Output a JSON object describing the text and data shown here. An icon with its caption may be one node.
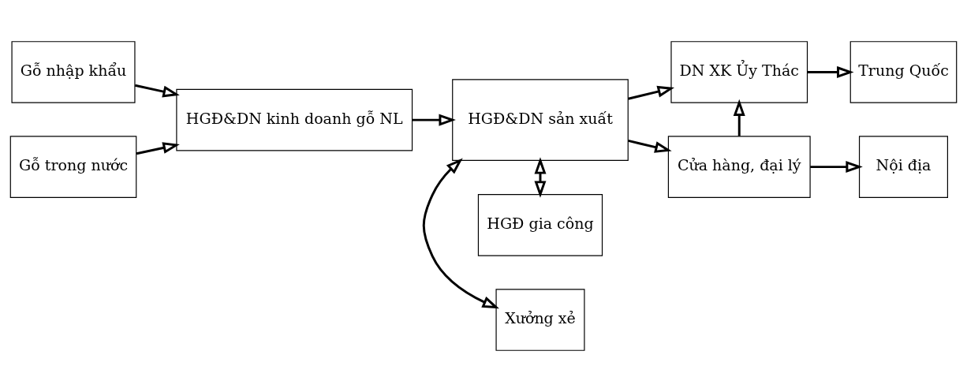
{
  "diagram": {
    "nodes": [
      {
        "text": [
          "Gỗ nhập khẩu"
        ]
      },
      {
        "text": [
          "Gỗ trong nước"
        ]
      },
      {
        "text": [
          "HGĐ&DN kinh doanh gỗ NL"
        ]
      },
      {
        "text": [
          "Xưởng xẻ"
        ]
      },
      {
        "text": [
          "HGĐ&DN sản xuất"
        ]
      },
      {
        "text": [
          "HGĐ gia công"
        ]
      },
      {
        "text": [
          "DN XK Ủy Thác"
        ]
      },
      {
        "text": [
          "Trung Quốc"
        ]
      },
      {
        "text": [
          "Cửa hàng, đại lý"
        ]
      },
      {
        "text": [
          "Nội địa"
        ]
      }
    ],
    "edges": [
      {
        "from": 0,
        "to": 2,
        "arrow": "to"
      },
      {
        "from": 1,
        "to": 2,
        "arrow": "to"
      },
      {
        "from": 2,
        "to": 4,
        "arrow": "to"
      },
      {
        "from": 3,
        "to": 4,
        "arrow": "both"
      },
      {
        "from": 4,
        "to": 5,
        "arrow": "both"
      },
      {
        "from": 4,
        "to": 6,
        "arrow": "to"
      },
      {
        "from": 4,
        "to": 8,
        "arrow": "to"
      },
      {
        "from": 8,
        "to": 6,
        "arrow": "to"
      },
      {
        "from": 6,
        "to": 7,
        "arrow": "to"
      },
      {
        "from": 8,
        "to": 9,
        "arrow": "to"
      }
    ]
  }
}
